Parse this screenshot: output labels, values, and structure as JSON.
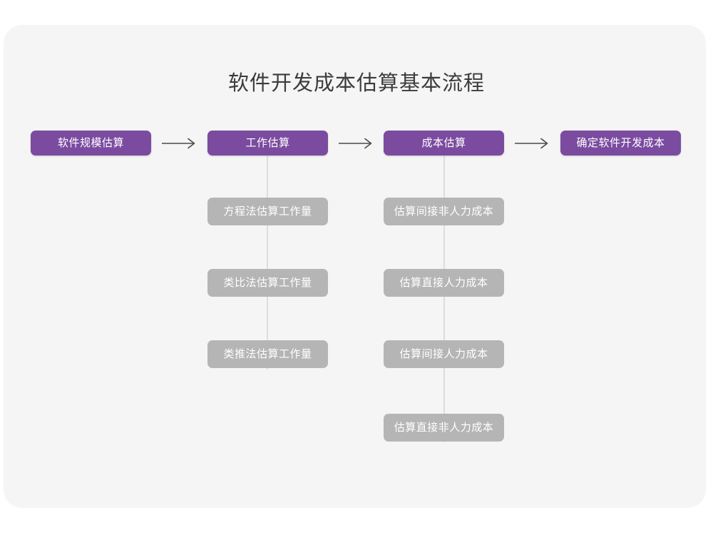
{
  "page": {
    "title": "软件开发成本估算基本流程",
    "background_color": "#ffffff",
    "panel_color": "#f5f5f5",
    "primary_color": "#7b4ba0",
    "secondary_color": "#b5b5b5",
    "connector_color": "#dddddd",
    "title_color": "#3c3c3c"
  },
  "flow": {
    "main_steps": [
      {
        "label": "软件规模估算"
      },
      {
        "label": "工作估算"
      },
      {
        "label": "成本估算"
      },
      {
        "label": "确定软件开发成本"
      }
    ],
    "arrows": [
      {
        "name": "arrow-step1-to-step2",
        "glyph": "arrow-right-icon"
      },
      {
        "name": "arrow-step2-to-step3",
        "glyph": "arrow-right-icon"
      },
      {
        "name": "arrow-step3-to-step4",
        "glyph": "arrow-right-icon"
      }
    ],
    "substeps_work_estimation": [
      {
        "label": "方程法估算工作量"
      },
      {
        "label": "类比法估算工作量"
      },
      {
        "label": "类推法估算工作量"
      }
    ],
    "substeps_cost_estimation": [
      {
        "label": "估算间接非人力成本"
      },
      {
        "label": "估算直接人力成本"
      },
      {
        "label": "估算间接人力成本"
      },
      {
        "label": "估算直接非人力成本"
      }
    ]
  }
}
